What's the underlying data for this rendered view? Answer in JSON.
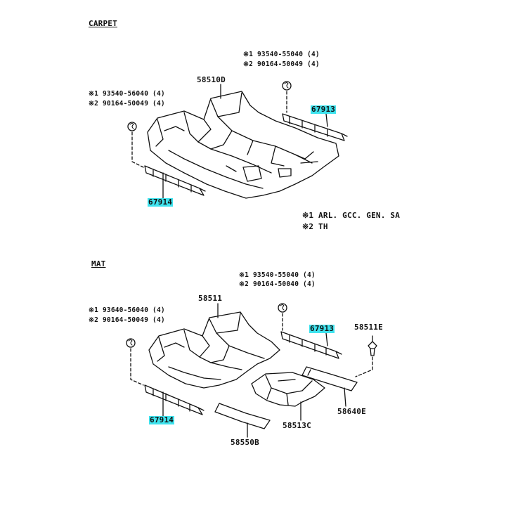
{
  "sections": {
    "carpet": {
      "title": "CARPET"
    },
    "mat": {
      "title": "MAT"
    }
  },
  "carpet": {
    "ref_top": [
      "※1 93540-55040 (4)",
      "※2 90164-50049 (4)"
    ],
    "ref_left": [
      "※1 93540-56040 (4)",
      "※2 90164-50049 (4)"
    ],
    "part_main": "58510D",
    "part_right": "67913",
    "part_left": "67914"
  },
  "mat": {
    "ref_top": [
      "※1 93540-55040 (4)",
      "※2 90164-50040 (4)"
    ],
    "ref_left": [
      "※1 93640-56040 (4)",
      "※2 90164-50049 (4)"
    ],
    "part_main": "58511",
    "part_right": "67913",
    "part_left": "67914",
    "part_clip": "58511E",
    "part_rear_plate": "58640E",
    "part_rear_mat": "58513C",
    "part_front_plate": "58550B"
  },
  "notes": [
    "※1 ARL. GCC. GEN. SA",
    "※2 TH"
  ],
  "colors": {
    "highlight": "#3fe3ee",
    "line": "#111111"
  }
}
